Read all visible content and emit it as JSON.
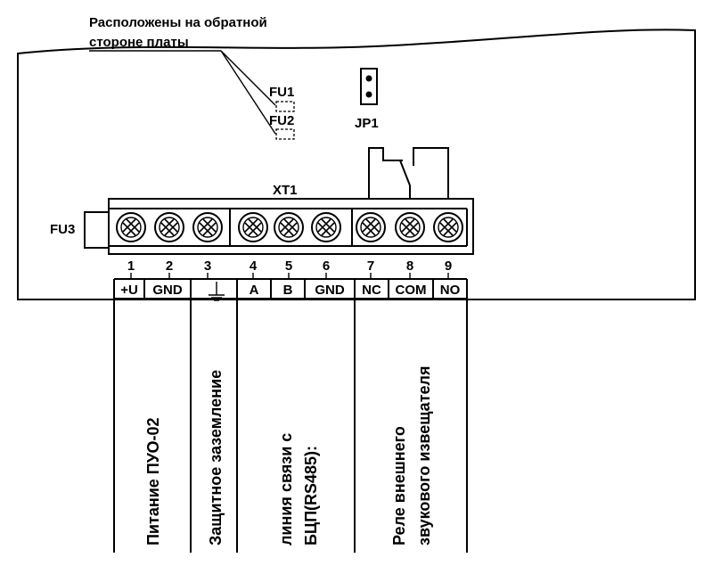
{
  "note": {
    "line1": "Расположены на обратной",
    "line2": "стороне платы"
  },
  "fuses": {
    "fu1": "FU1",
    "fu2": "FU2",
    "fu3": "FU3"
  },
  "jumper": {
    "label": "JP1"
  },
  "terminal_block": {
    "label": "XT1",
    "numbers": [
      "1",
      "2",
      "3",
      "4",
      "5",
      "6",
      "7",
      "8",
      "9"
    ],
    "signals": [
      "+U",
      "GND",
      "",
      "A",
      "B",
      "GND",
      "NC",
      "COM",
      "NO"
    ]
  },
  "groups": {
    "power": "Питание ПУО-02",
    "ground": "Защитное заземление",
    "rs485_line1": "линия связи с",
    "rs485_line2": "БЦП(RS485):",
    "relay_line1": "Реле внешнего",
    "relay_line2": "звукового извещателя"
  }
}
